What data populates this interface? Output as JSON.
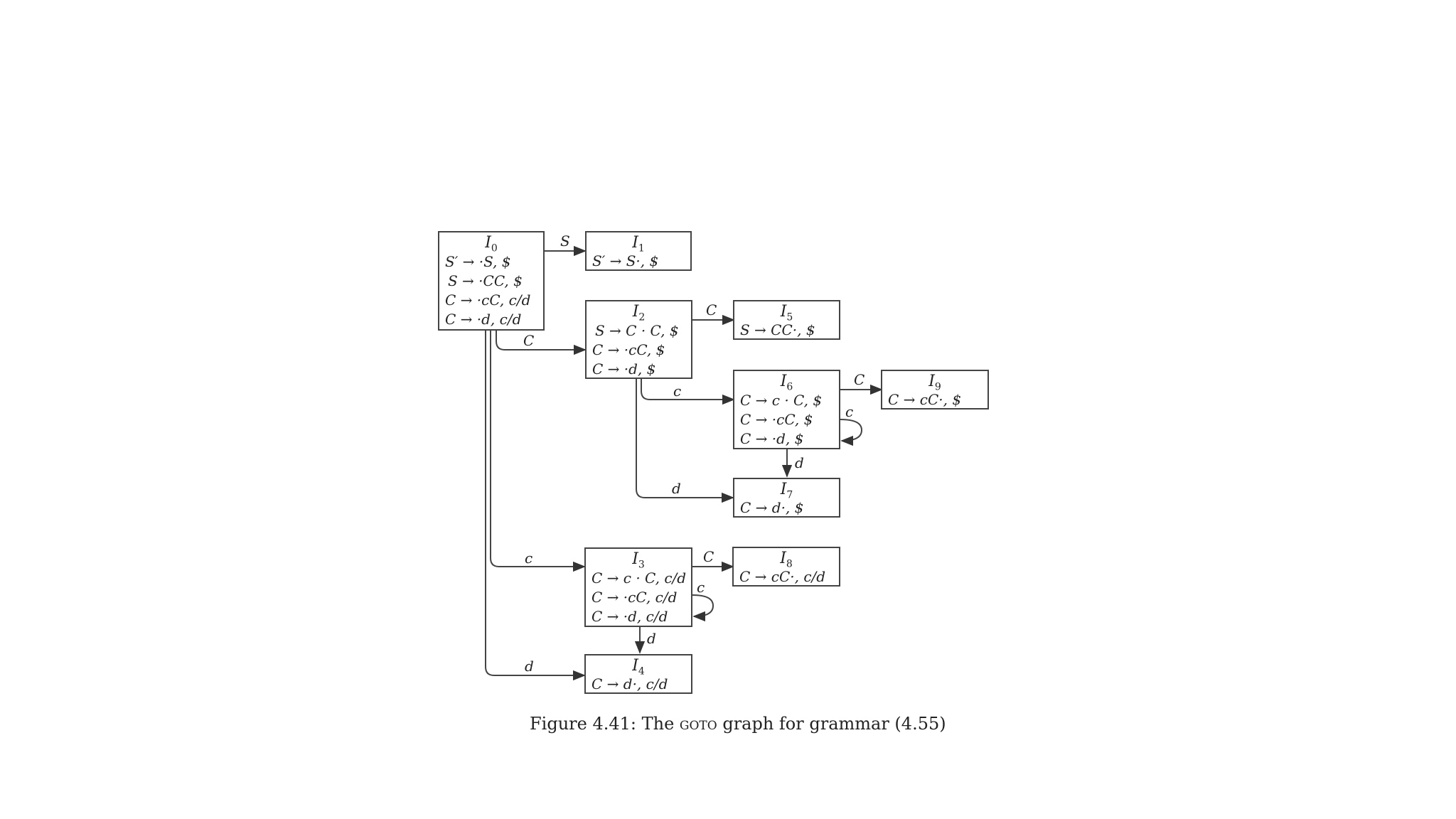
{
  "states": {
    "I0": {
      "title": "I",
      "sub": "0",
      "items": [
        "S′ → ·S, $",
        "S → ·CC, $",
        "C → ·cC, c/d",
        "C → ·d, c/d"
      ]
    },
    "I1": {
      "title": "I",
      "sub": "1",
      "items": [
        "S′ → S·, $"
      ]
    },
    "I2": {
      "title": "I",
      "sub": "2",
      "items": [
        "S → C · C, $",
        "C → ·cC, $",
        "C → ·d, $"
      ]
    },
    "I3": {
      "title": "I",
      "sub": "3",
      "items": [
        "C → c · C, c/d",
        "C → ·cC, c/d",
        "C → ·d, c/d"
      ]
    },
    "I4": {
      "title": "I",
      "sub": "4",
      "items": [
        "C → d·, c/d"
      ]
    },
    "I5": {
      "title": "I",
      "sub": "5",
      "items": [
        "S → CC·, $"
      ]
    },
    "I6": {
      "title": "I",
      "sub": "6",
      "items": [
        "C → c · C, $",
        "C → ·cC, $",
        "C → ·d, $"
      ]
    },
    "I7": {
      "title": "I",
      "sub": "7",
      "items": [
        "C → d·, $"
      ]
    },
    "I8": {
      "title": "I",
      "sub": "8",
      "items": [
        "C → cC·, c/d"
      ]
    },
    "I9": {
      "title": "I",
      "sub": "9",
      "items": [
        "C → cC·, $"
      ]
    }
  },
  "edges": {
    "I0_I1": "S",
    "I0_I2": "C",
    "I0_I3": "c",
    "I0_I4": "d",
    "I2_I5": "C",
    "I2_I6": "c",
    "I2_I7": "d",
    "I6_I9": "C",
    "I6_I6": "c",
    "I6_I7": "d",
    "I3_I8": "C",
    "I3_I3": "c",
    "I3_I4": "d"
  },
  "caption": {
    "prefix": "Figure 4.41: The ",
    "goto": "goto",
    "suffix": " graph for grammar (4.55)"
  }
}
